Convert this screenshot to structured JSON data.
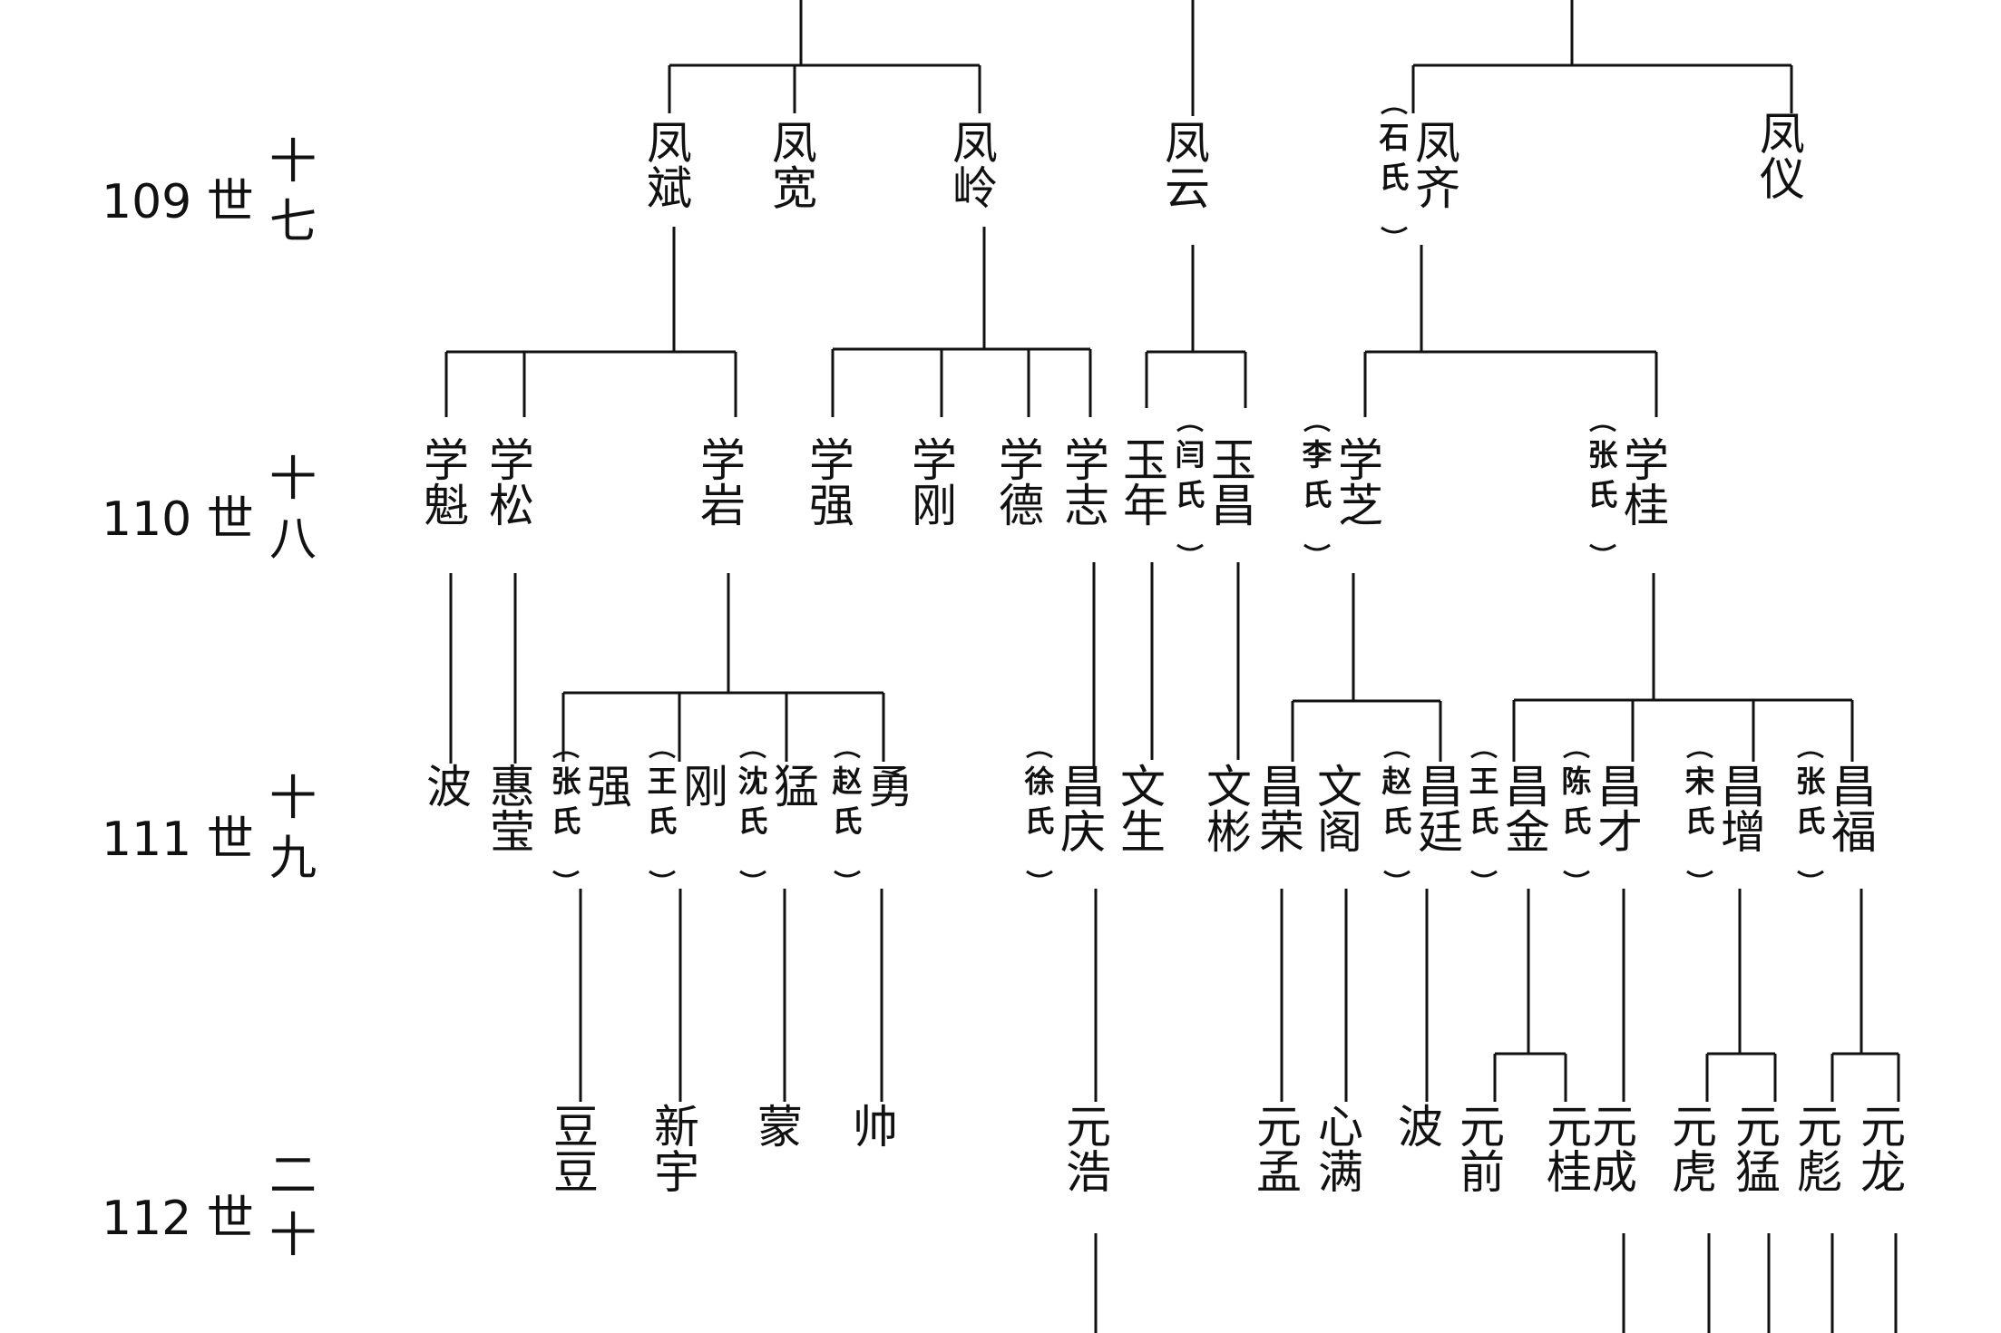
{
  "generations": [
    {
      "number": "109 世",
      "chinese": "十七"
    },
    {
      "number": "110 世",
      "chinese": "十八"
    },
    {
      "number": "111 世",
      "chinese": "十九"
    },
    {
      "number": "112 世",
      "chinese": "二十"
    }
  ],
  "members": [
    {
      "id": "fengbin",
      "name": "凤斌"
    },
    {
      "id": "fengkuan",
      "name": "凤宽"
    },
    {
      "id": "fengling",
      "name": "凤岭"
    },
    {
      "id": "fengyun",
      "name": "凤云"
    },
    {
      "id": "fengqi",
      "name": "凤齐",
      "spouse": "石氏"
    },
    {
      "id": "fengyi",
      "name": "凤仪"
    },
    {
      "id": "xuekui",
      "name": "学魁"
    },
    {
      "id": "xuesong",
      "name": "学松"
    },
    {
      "id": "xueyan",
      "name": "学岩"
    },
    {
      "id": "xueqiang",
      "name": "学强"
    },
    {
      "id": "xuegang",
      "name": "学刚"
    },
    {
      "id": "xuede",
      "name": "学德"
    },
    {
      "id": "xuezhi",
      "name": "学志"
    },
    {
      "id": "yunian",
      "name": "玉年"
    },
    {
      "id": "yuchang",
      "name": "玉昌",
      "spouse": "闫氏"
    },
    {
      "id": "xuezhi2",
      "name": "学芝",
      "spouse": "李氏"
    },
    {
      "id": "xuegui",
      "name": "学桂",
      "spouse": "张氏"
    },
    {
      "id": "bo1",
      "name": "波"
    },
    {
      "id": "huiying",
      "name": "惠莹"
    },
    {
      "id": "qiang",
      "name": "强",
      "spouse": "张氏"
    },
    {
      "id": "gang",
      "name": "刚",
      "spouse": "王氏"
    },
    {
      "id": "meng",
      "name": "猛",
      "spouse": "沈氏"
    },
    {
      "id": "yong",
      "name": "勇",
      "spouse": "赵氏"
    },
    {
      "id": "changqing",
      "name": "昌庆",
      "spouse": "徐氏"
    },
    {
      "id": "wensheng",
      "name": "文生"
    },
    {
      "id": "wenbin",
      "name": "文彬"
    },
    {
      "id": "changrong",
      "name": "昌荣"
    },
    {
      "id": "wenge",
      "name": "文阁"
    },
    {
      "id": "changting",
      "name": "昌廷",
      "spouse": "赵氏"
    },
    {
      "id": "changjin",
      "name": "昌金",
      "spouse": "王氏"
    },
    {
      "id": "changcai",
      "name": "昌才",
      "spouse": "陈氏"
    },
    {
      "id": "changzeng",
      "name": "昌增",
      "spouse": "宋氏"
    },
    {
      "id": "changfu",
      "name": "昌福",
      "spouse": "张氏"
    },
    {
      "id": "doudou",
      "name": "豆豆"
    },
    {
      "id": "xinyu",
      "name": "新宇"
    },
    {
      "id": "meng2",
      "name": "蒙"
    },
    {
      "id": "shuai",
      "name": "帅"
    },
    {
      "id": "yuanhao",
      "name": "元浩"
    },
    {
      "id": "yuanmeng",
      "name": "元孟"
    },
    {
      "id": "xinman",
      "name": "心满"
    },
    {
      "id": "bo2",
      "name": "波"
    },
    {
      "id": "yuanqian",
      "name": "元前"
    },
    {
      "id": "yuangui",
      "name": "元桂"
    },
    {
      "id": "yuancheng",
      "name": "元成"
    },
    {
      "id": "yuanhu",
      "name": "元虎"
    },
    {
      "id": "yuanmeng2",
      "name": "元猛"
    },
    {
      "id": "yuanbiao",
      "name": "元彪"
    },
    {
      "id": "yuanlong",
      "name": "元龙"
    }
  ]
}
